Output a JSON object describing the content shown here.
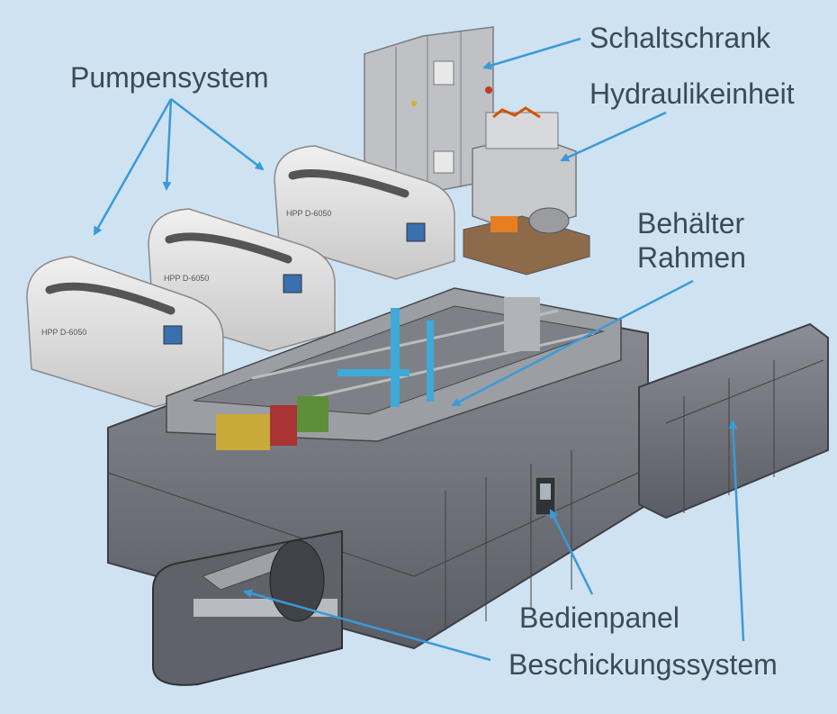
{
  "labels": {
    "pumpensystem": "Pumpensystem",
    "schaltschrank": "Schaltschrank",
    "hydraulikeinheit": "Hydraulikeinheit",
    "behaelter": "Behälter",
    "rahmen": "Rahmen",
    "bedienpanel": "Bedienpanel",
    "beschickungssystem": "Beschickungssystem"
  },
  "pump_badge": "HPP D-6050",
  "colors": {
    "background": "#cfe2f1",
    "arrow": "#3a9ad9",
    "machine": "#6c7076",
    "machine_dark": "#4a4e54",
    "pump_body": "#dcdcdc",
    "text": "#3b4a57"
  }
}
